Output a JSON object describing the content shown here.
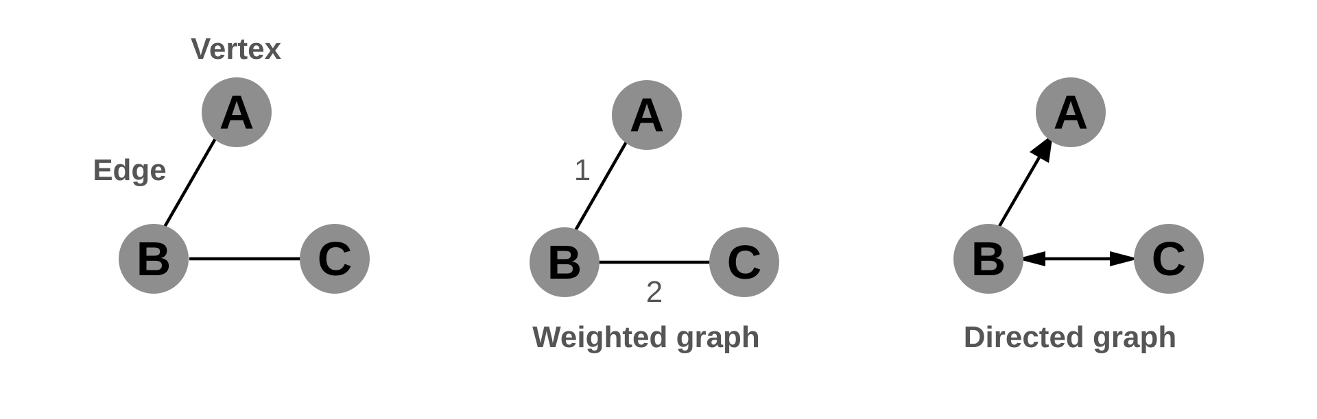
{
  "diagrams": [
    {
      "caption": "",
      "annotations": {
        "vertex": "Vertex",
        "edge": "Edge"
      },
      "nodes": [
        {
          "id": "A",
          "label": "A"
        },
        {
          "id": "B",
          "label": "B"
        },
        {
          "id": "C",
          "label": "C"
        }
      ],
      "edges": [
        {
          "from": "B",
          "to": "A",
          "weight": "",
          "direction": "none"
        },
        {
          "from": "B",
          "to": "C",
          "weight": "",
          "direction": "none"
        }
      ]
    },
    {
      "caption": "Weighted graph",
      "nodes": [
        {
          "id": "A",
          "label": "A"
        },
        {
          "id": "B",
          "label": "B"
        },
        {
          "id": "C",
          "label": "C"
        }
      ],
      "edges": [
        {
          "from": "B",
          "to": "A",
          "weight": "1",
          "direction": "none"
        },
        {
          "from": "B",
          "to": "C",
          "weight": "2",
          "direction": "none"
        }
      ]
    },
    {
      "caption": "Directed graph",
      "nodes": [
        {
          "id": "A",
          "label": "A"
        },
        {
          "id": "B",
          "label": "B"
        },
        {
          "id": "C",
          "label": "C"
        }
      ],
      "edges": [
        {
          "from": "B",
          "to": "A",
          "weight": "",
          "direction": "forward"
        },
        {
          "from": "B",
          "to": "C",
          "weight": "",
          "direction": "both"
        }
      ]
    }
  ],
  "colors": {
    "node_fill": "#8e8e8e",
    "node_text": "#000000",
    "edge": "#000000",
    "label_text": "#555555"
  }
}
